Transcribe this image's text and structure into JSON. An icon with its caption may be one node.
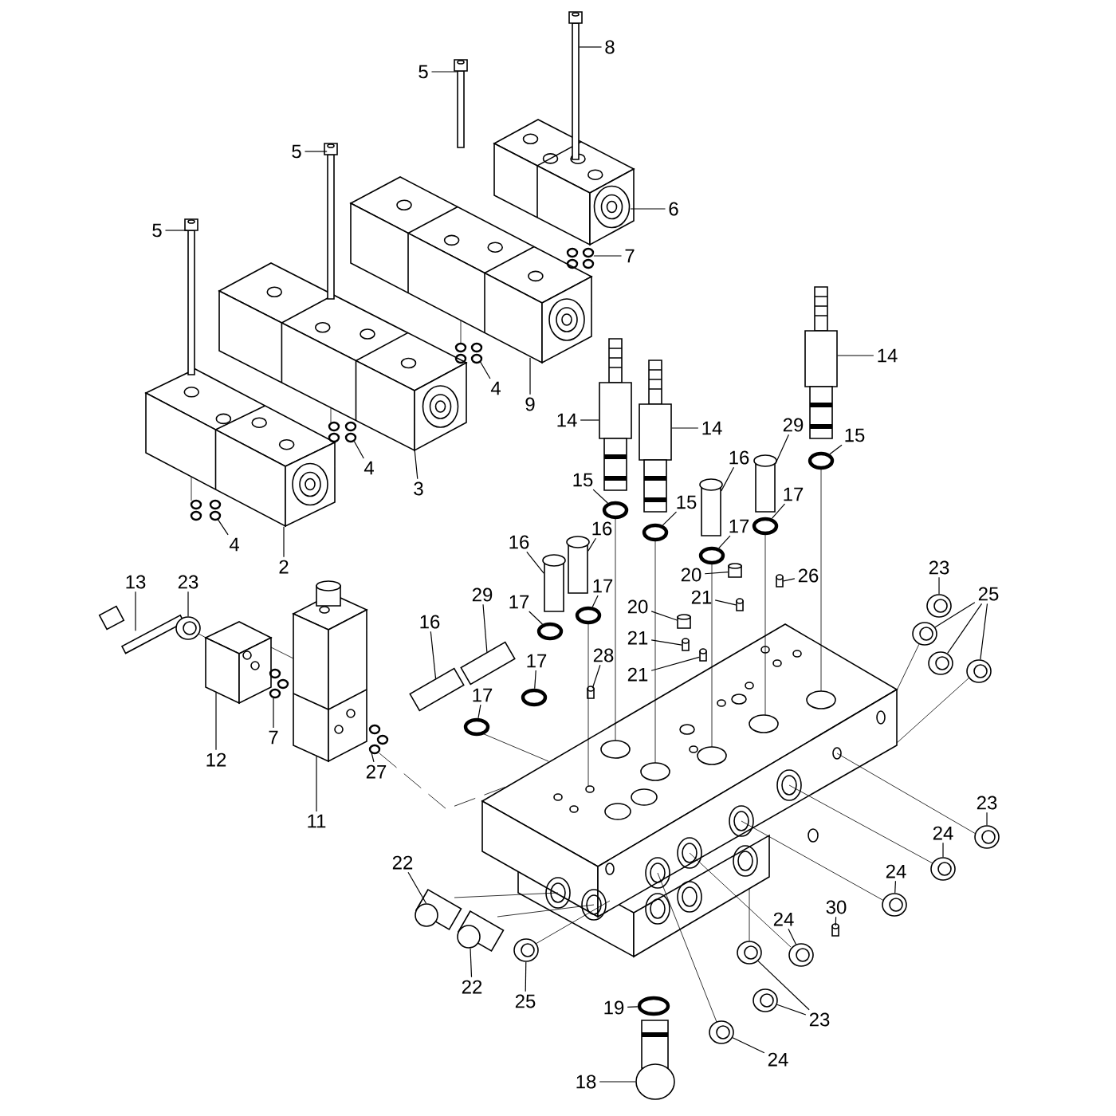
{
  "diagram": {
    "nodes": [
      {
        "text": [
          "5"
        ]
      },
      {
        "text": [
          "5"
        ]
      },
      {
        "text": [
          "5"
        ]
      },
      {
        "text": [
          "8"
        ]
      },
      {
        "text": [
          "6"
        ]
      },
      {
        "text": [
          "7"
        ]
      },
      {
        "text": [
          "4"
        ]
      },
      {
        "text": [
          "9"
        ]
      },
      {
        "text": [
          "4"
        ]
      },
      {
        "text": [
          "3"
        ]
      },
      {
        "text": [
          "4"
        ]
      },
      {
        "text": [
          "2"
        ]
      },
      {
        "text": [
          "14"
        ]
      },
      {
        "text": [
          "14"
        ]
      },
      {
        "text": [
          "14"
        ]
      },
      {
        "text": [
          "15"
        ]
      },
      {
        "text": [
          "15"
        ]
      },
      {
        "text": [
          "15"
        ]
      },
      {
        "text": [
          "16"
        ]
      },
      {
        "text": [
          "29"
        ]
      },
      {
        "text": [
          "17"
        ]
      },
      {
        "text": [
          "17"
        ]
      },
      {
        "text": [
          "16"
        ]
      },
      {
        "text": [
          "16"
        ]
      },
      {
        "text": [
          "17"
        ]
      },
      {
        "text": [
          "17"
        ]
      },
      {
        "text": [
          "29"
        ]
      },
      {
        "text": [
          "16"
        ]
      },
      {
        "text": [
          "17"
        ]
      },
      {
        "text": [
          "17"
        ]
      },
      {
        "text": [
          "28"
        ]
      },
      {
        "text": [
          "20"
        ]
      },
      {
        "text": [
          "21"
        ]
      },
      {
        "text": [
          "20"
        ]
      },
      {
        "text": [
          "21"
        ]
      },
      {
        "text": [
          "21"
        ]
      },
      {
        "text": [
          "26"
        ]
      },
      {
        "text": [
          "13"
        ]
      },
      {
        "text": [
          "23"
        ]
      },
      {
        "text": [
          "12"
        ]
      },
      {
        "text": [
          "7"
        ]
      },
      {
        "text": [
          "11"
        ]
      },
      {
        "text": [
          "27"
        ]
      },
      {
        "text": [
          "23"
        ]
      },
      {
        "text": [
          "25"
        ]
      },
      {
        "text": [
          "23"
        ]
      },
      {
        "text": [
          "24"
        ]
      },
      {
        "text": [
          "24"
        ]
      },
      {
        "text": [
          "30"
        ]
      },
      {
        "text": [
          "24"
        ]
      },
      {
        "text": [
          "23"
        ]
      },
      {
        "text": [
          "24"
        ]
      },
      {
        "text": [
          "22"
        ]
      },
      {
        "text": [
          "22"
        ]
      },
      {
        "text": [
          "25"
        ]
      },
      {
        "text": [
          "19"
        ]
      },
      {
        "text": [
          "18"
        ]
      },
      {
        "text": [],
        "shape": "bar"
      },
      {
        "text": [],
        "shape": "bar"
      },
      {
        "text": [],
        "shape": "bar"
      },
      {
        "text": [],
        "shape": "bar"
      },
      {
        "text": [],
        "shape": "box"
      },
      {
        "text": [],
        "shape": "circle"
      },
      {
        "text": [],
        "shape": "circle"
      },
      {
        "text": [],
        "shape": "box"
      },
      {
        "text": [],
        "shape": "circle"
      },
      {
        "text": [],
        "shape": "box"
      },
      {
        "text": [],
        "shape": "circle"
      },
      {
        "text": [],
        "shape": "box"
      },
      {
        "text": [],
        "shape": "cylinder"
      },
      {
        "text": [],
        "shape": "cylinder"
      },
      {
        "text": [],
        "shape": "cylinder"
      },
      {
        "text": [],
        "shape": "circle"
      },
      {
        "text": [],
        "shape": "circle"
      },
      {
        "text": [],
        "shape": "circle"
      },
      {
        "text": [],
        "shape": "cylinder"
      },
      {
        "text": [],
        "shape": "cylinder"
      },
      {
        "text": [],
        "shape": "circle"
      },
      {
        "text": [],
        "shape": "circle"
      },
      {
        "text": [],
        "shape": "cylinder"
      },
      {
        "text": [],
        "shape": "cylinder"
      },
      {
        "text": [],
        "shape": "circle"
      },
      {
        "text": [],
        "shape": "circle"
      },
      {
        "text": [],
        "shape": "cylinder"
      },
      {
        "text": [],
        "shape": "cylinder"
      },
      {
        "text": [],
        "shape": "circle"
      },
      {
        "text": [],
        "shape": "circle"
      },
      {
        "text": [],
        "shape": "cylinder"
      },
      {
        "text": [],
        "shape": "cylinder"
      },
      {
        "text": [],
        "shape": "cylinder"
      },
      {
        "text": [],
        "shape": "cylinder"
      },
      {
        "text": [],
        "shape": "cylinder"
      },
      {
        "text": [],
        "shape": "cylinder"
      },
      {
        "text": [],
        "shape": "cylinder"
      },
      {
        "text": [],
        "shape": "bar"
      },
      {
        "text": [],
        "shape": "circle"
      },
      {
        "text": [],
        "shape": "box"
      },
      {
        "text": [],
        "shape": "circle"
      },
      {
        "text": [],
        "shape": "box"
      },
      {
        "text": [],
        "shape": "circle"
      },
      {
        "text": [],
        "shape": "circle"
      },
      {
        "text": [],
        "shape": "circle"
      },
      {
        "text": [],
        "shape": "circle"
      },
      {
        "text": [],
        "shape": "circle"
      },
      {
        "text": [],
        "shape": "circle"
      },
      {
        "text": [],
        "shape": "circle"
      },
      {
        "text": [],
        "shape": "circle"
      },
      {
        "text": [],
        "shape": "cylinder"
      },
      {
        "text": [],
        "shape": "circle"
      },
      {
        "text": [],
        "shape": "circle"
      },
      {
        "text": [],
        "shape": "circle"
      },
      {
        "text": [],
        "shape": "circle"
      },
      {
        "text": [],
        "shape": "picture"
      },
      {
        "text": [],
        "shape": "picture"
      },
      {
        "text": [],
        "shape": "circle"
      },
      {
        "text": [],
        "shape": "circle"
      },
      {
        "text": [],
        "shape": "cylinder"
      },
      {
        "text": [],
        "shape": "box"
      }
    ],
    "edges": [
      {
        "from": 0,
        "to": 57,
        "arrow": "none"
      },
      {
        "from": 1,
        "to": 58,
        "arrow": "none"
      },
      {
        "from": 2,
        "to": 59,
        "arrow": "none"
      },
      {
        "from": 3,
        "to": 60,
        "arrow": "none"
      },
      {
        "from": 4,
        "to": 61,
        "arrow": "none"
      },
      {
        "from": 5,
        "to": 62,
        "arrow": "none"
      },
      {
        "from": 6,
        "to": 63,
        "arrow": "none"
      },
      {
        "from": 7,
        "to": 64,
        "arrow": "none"
      },
      {
        "from": 8,
        "to": 65,
        "arrow": "none"
      },
      {
        "from": 9,
        "to": 66,
        "arrow": "none"
      },
      {
        "from": 10,
        "to": 67,
        "arrow": "none"
      },
      {
        "from": 11,
        "to": 68,
        "arrow": "none"
      },
      {
        "from": 12,
        "to": 69,
        "arrow": "none"
      },
      {
        "from": 13,
        "to": 70,
        "arrow": "none"
      },
      {
        "from": 14,
        "to": 71,
        "arrow": "none"
      },
      {
        "from": 15,
        "to": 72,
        "arrow": "none"
      },
      {
        "from": 16,
        "to": 73,
        "arrow": "none"
      },
      {
        "from": 17,
        "to": 74,
        "arrow": "none"
      },
      {
        "from": 18,
        "to": 75,
        "arrow": "none"
      },
      {
        "from": 19,
        "to": 76,
        "arrow": "none"
      },
      {
        "from": 20,
        "to": 77,
        "arrow": "none"
      },
      {
        "from": 21,
        "to": 78,
        "arrow": "none"
      },
      {
        "from": 22,
        "to": 79,
        "arrow": "none"
      },
      {
        "from": 23,
        "to": 80,
        "arrow": "none"
      },
      {
        "from": 24,
        "to": 81,
        "arrow": "none"
      },
      {
        "from": 25,
        "to": 82,
        "arrow": "none"
      },
      {
        "from": 26,
        "to": 83,
        "arrow": "none"
      },
      {
        "from": 27,
        "to": 84,
        "arrow": "none"
      },
      {
        "from": 28,
        "to": 85,
        "arrow": "none"
      },
      {
        "from": 29,
        "to": 86,
        "arrow": "none"
      },
      {
        "from": 30,
        "to": 87,
        "arrow": "none"
      },
      {
        "from": 31,
        "to": 88,
        "arrow": "none"
      },
      {
        "from": 32,
        "to": 89,
        "arrow": "none"
      },
      {
        "from": 33,
        "to": 90,
        "arrow": "none"
      },
      {
        "from": 34,
        "to": 91,
        "arrow": "none"
      },
      {
        "from": 35,
        "to": 92,
        "arrow": "none"
      },
      {
        "from": 36,
        "to": 93,
        "arrow": "none"
      },
      {
        "from": 37,
        "to": 94,
        "arrow": "none"
      },
      {
        "from": 38,
        "to": 95,
        "arrow": "none"
      },
      {
        "from": 39,
        "to": 96,
        "arrow": "none"
      },
      {
        "from": 40,
        "to": 97,
        "arrow": "none"
      },
      {
        "from": 41,
        "to": 98,
        "arrow": "none"
      },
      {
        "from": 42,
        "to": 99,
        "arrow": "none"
      },
      {
        "from": 43,
        "to": 100,
        "arrow": "none"
      },
      {
        "from": 44,
        "to": 101,
        "arrow": "none"
      },
      {
        "from": 44,
        "to": 102,
        "arrow": "none"
      },
      {
        "from": 44,
        "to": 103,
        "arrow": "none"
      },
      {
        "from": 45,
        "to": 104,
        "arrow": "none"
      },
      {
        "from": 46,
        "to": 105,
        "arrow": "none"
      },
      {
        "from": 47,
        "to": 106,
        "arrow": "none"
      },
      {
        "from": 48,
        "to": 107,
        "arrow": "none"
      },
      {
        "from": 49,
        "to": 108,
        "arrow": "none"
      },
      {
        "from": 50,
        "to": 109,
        "arrow": "none"
      },
      {
        "from": 50,
        "to": 110,
        "arrow": "none"
      },
      {
        "from": 51,
        "to": 111,
        "arrow": "none"
      },
      {
        "from": 52,
        "to": 112,
        "arrow": "none"
      },
      {
        "from": 53,
        "to": 113,
        "arrow": "none"
      },
      {
        "from": 54,
        "to": 114,
        "arrow": "none"
      },
      {
        "from": 55,
        "to": 115,
        "arrow": "none"
      },
      {
        "from": 56,
        "to": 116,
        "arrow": "none"
      },
      {
        "from": 72,
        "to": 117,
        "arrow": "none"
      },
      {
        "from": 73,
        "to": 117,
        "arrow": "none"
      },
      {
        "from": 74,
        "to": 117,
        "arrow": "none"
      },
      {
        "from": 77,
        "to": 117,
        "arrow": "none"
      },
      {
        "from": 78,
        "to": 117,
        "arrow": "none"
      },
      {
        "from": 81,
        "to": 117,
        "arrow": "none"
      },
      {
        "from": 86,
        "to": 117,
        "arrow": "none"
      },
      {
        "from": 99,
        "to": 117,
        "arrow": "none",
        "style": "dashed"
      },
      {
        "from": 64,
        "to": 63,
        "arrow": "none"
      },
      {
        "from": 66,
        "to": 65,
        "arrow": "none"
      },
      {
        "from": 68,
        "to": 67,
        "arrow": "none"
      },
      {
        "from": 101,
        "to": 117,
        "arrow": "none"
      },
      {
        "from": 103,
        "to": 117,
        "arrow": "none"
      },
      {
        "from": 104,
        "to": 117,
        "arrow": "none"
      },
      {
        "from": 105,
        "to": 117,
        "arrow": "none"
      },
      {
        "from": 106,
        "to": 117,
        "arrow": "none"
      },
      {
        "from": 108,
        "to": 117,
        "arrow": "none"
      },
      {
        "from": 111,
        "to": 117,
        "arrow": "none"
      },
      {
        "from": 109,
        "to": 117,
        "arrow": "none"
      },
      {
        "from": 112,
        "to": 117,
        "arrow": "none"
      },
      {
        "from": 113,
        "to": 117,
        "arrow": "none"
      },
      {
        "from": 114,
        "to": 117,
        "arrow": "none"
      },
      {
        "from": 95,
        "to": 96,
        "arrow": "none"
      },
      {
        "from": 96,
        "to": 98,
        "arrow": "none"
      }
    ]
  }
}
